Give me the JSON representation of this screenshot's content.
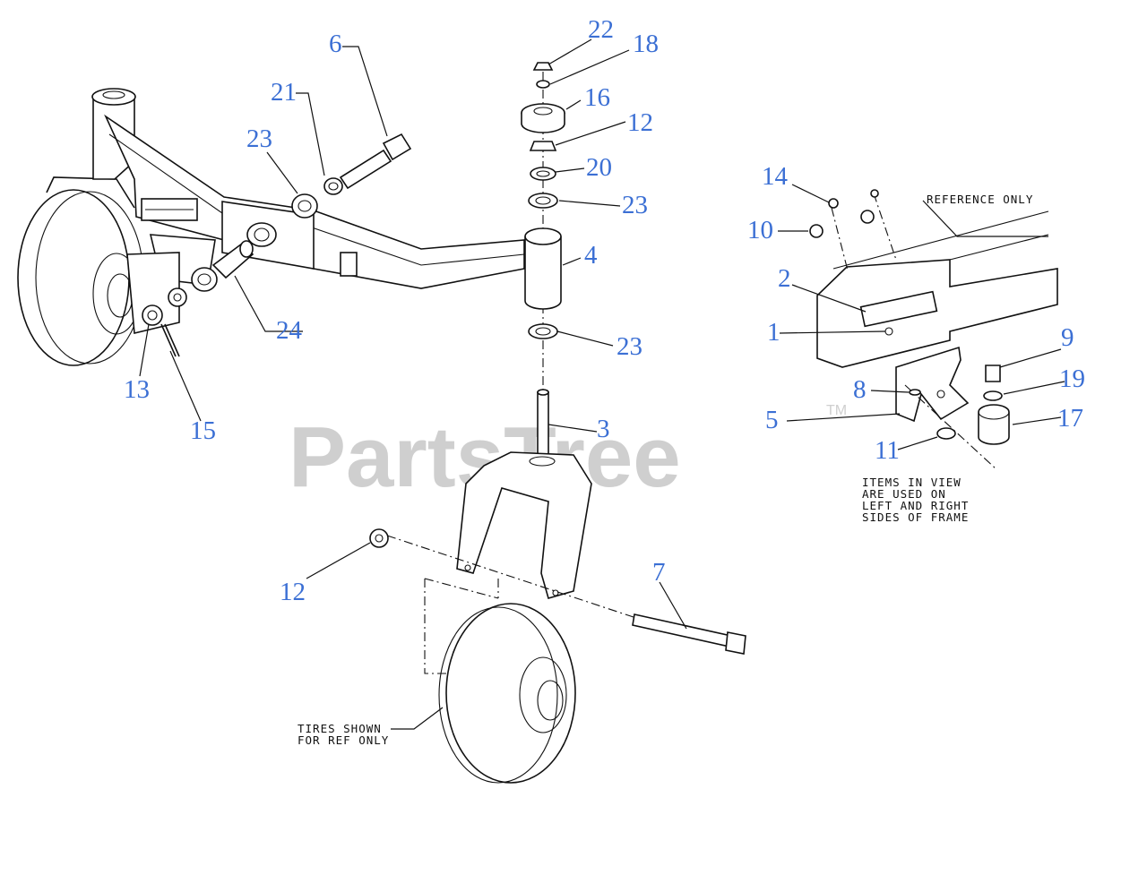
{
  "watermark": {
    "brand": "PartsTree",
    "trademark": "TM"
  },
  "notes": {
    "reference_only": "REFERENCE ONLY",
    "items_in_view": [
      "ITEMS IN VIEW",
      "ARE USED ON",
      "LEFT AND RIGHT",
      "SIDES OF FRAME"
    ],
    "tires_shown": [
      "TIRES SHOWN",
      "FOR REF ONLY"
    ]
  },
  "callouts": {
    "c6": "6",
    "c21": "21",
    "c23a": "23",
    "c22": "22",
    "c18": "18",
    "c16": "16",
    "c12a": "12",
    "c20": "20",
    "c23b": "23",
    "c4": "4",
    "c23c": "23",
    "c24": "24",
    "c13": "13",
    "c15": "15",
    "c3": "3",
    "c12b": "12",
    "c7": "7",
    "c14": "14",
    "c10": "10",
    "c2": "2",
    "c1": "1",
    "c9": "9",
    "c8": "8",
    "c19": "19",
    "c5": "5",
    "c17": "17",
    "c11": "11"
  },
  "colors": {
    "callout": "#3b6fd4",
    "line": "#111111",
    "watermark": "#cfcfcf"
  }
}
